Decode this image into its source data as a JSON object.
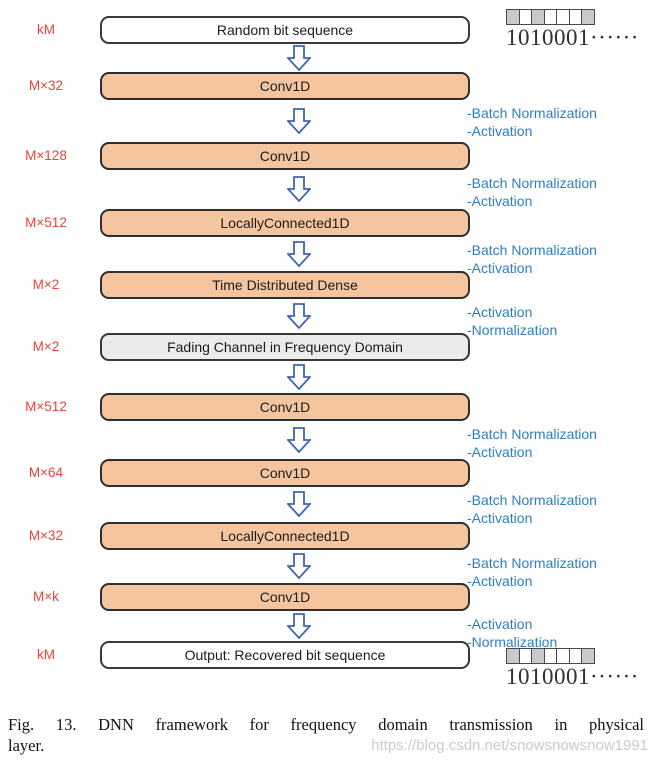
{
  "figure": {
    "rows": [
      {
        "label": "kM",
        "text": "Random bit sequence",
        "variant": "white",
        "notes": []
      },
      {
        "label": "M×32",
        "text": "Conv1D",
        "variant": "orange",
        "notes": [
          "-Batch Normalization",
          "-Activation"
        ]
      },
      {
        "label": "M×128",
        "text": "Conv1D",
        "variant": "orange",
        "notes": [
          "-Batch Normalization",
          "-Activation"
        ]
      },
      {
        "label": "M×512",
        "text": "LocallyConnected1D",
        "variant": "orange",
        "notes": [
          "-Batch Normalization",
          "-Activation"
        ]
      },
      {
        "label": "M×2",
        "text": "Time Distributed Dense",
        "variant": "orange",
        "notes": [
          "-Activation",
          "-Normalization"
        ]
      },
      {
        "label": "M×2",
        "text": "Fading Channel in Frequency Domain",
        "variant": "gray",
        "notes": []
      },
      {
        "label": "M×512",
        "text": "Conv1D",
        "variant": "orange",
        "notes": [
          "-Batch Normalization",
          "-Activation"
        ]
      },
      {
        "label": "M×64",
        "text": "Conv1D",
        "variant": "orange",
        "notes": [
          "-Batch Normalization",
          "-Activation"
        ]
      },
      {
        "label": "M×32",
        "text": "LocallyConnected1D",
        "variant": "orange",
        "notes": [
          "-Batch Normalization",
          "-Activation"
        ]
      },
      {
        "label": "M×k",
        "text": "Conv1D",
        "variant": "orange",
        "notes": [
          "-Activation",
          "-Normalization"
        ]
      },
      {
        "label": "kM",
        "text": "Output: Recovered bit sequence",
        "variant": "white",
        "notes": []
      }
    ],
    "colors": {
      "label_red": "#e74438",
      "note_blue": "#2e7fc1",
      "arrow_blue": "#3f66b0",
      "box_orange": "#f5c5a0",
      "box_gray": "#ebebeb"
    }
  },
  "bits_top": {
    "pattern": [
      1,
      0,
      1,
      0,
      0,
      0,
      1
    ],
    "text": "1010001······"
  },
  "bits_bottom": {
    "pattern": [
      1,
      0,
      1,
      0,
      0,
      0,
      1
    ],
    "text": "1010001······"
  },
  "caption": {
    "line1": "Fig. 13. DNN framework for frequency domain transmission in physical",
    "line2": "layer."
  },
  "watermark": "https://blog.csdn.net/snowsnowsnow1991"
}
